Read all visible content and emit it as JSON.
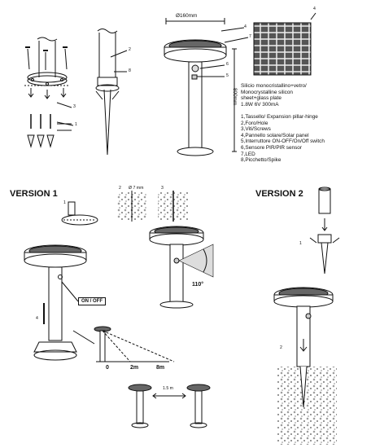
{
  "dimensions": {
    "diameter": "Ø160mm",
    "height": "800mm",
    "hole": "Ø 7 mm"
  },
  "panel_spec": [
    "Silicio monocristallino+vetro/",
    "Monocrystalline silicon",
    "sheet+glass plate",
    "1.8W 6V  300mA"
  ],
  "legend": [
    "1,Tassello/ Expansion pillar-hinge",
    "2,Foro/Hole",
    "3,Viti/Screws",
    "4,Pannello solare/Solar panel",
    "5,Interruttore ON-OFF/On/Off switch",
    "6,Sensore PIR/PIR sensor",
    "7,LED",
    "8,Picchetto/Spike"
  ],
  "version1": {
    "title": "VERSION 1",
    "switch_label": "ON / OFF",
    "angle": "110°",
    "distances": [
      "0",
      "2m",
      "8m"
    ],
    "spacing": "1.5 m"
  },
  "version2": {
    "title": "VERSION 2"
  },
  "markers": [
    "1",
    "2",
    "3",
    "4",
    "5",
    "6",
    "7",
    "8"
  ]
}
